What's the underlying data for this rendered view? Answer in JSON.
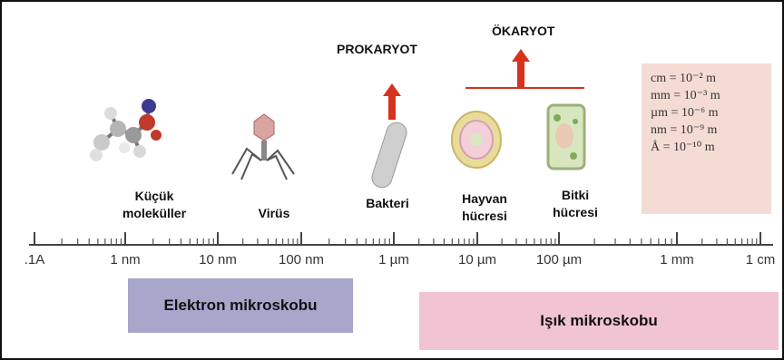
{
  "headers": {
    "prokaryote": "PROKARYOT",
    "eukaryote": "ÖKARYOT"
  },
  "organisms": {
    "molecule": "Küçük\nmoleküller",
    "virus": "Virüs",
    "bacteria": "Bakteri",
    "animal_cell": "Hayvan\nhücresi",
    "plant_cell": "Bitki\nhücresi"
  },
  "scale_labels": [
    ".1A",
    "1 nm",
    "10 nm",
    "100 nm",
    "1 µm",
    "10 µm",
    "100 µm",
    "1 mm",
    "1 cm"
  ],
  "conversions": [
    "cm = 10⁻² m",
    "mm = 10⁻³ m",
    "µm = 10⁻⁶ m",
    "nm = 10⁻⁹ m",
    "Å = 10⁻¹⁰ m"
  ],
  "microscopes": {
    "electron": "Elektron mikroskobu",
    "light": "Işık mikroskobu"
  },
  "colors": {
    "arrow": "#d6321e",
    "electron_box": "#a9a6cc",
    "light_box": "#f2c4d3",
    "conversion_box": "#f4dcd5"
  }
}
